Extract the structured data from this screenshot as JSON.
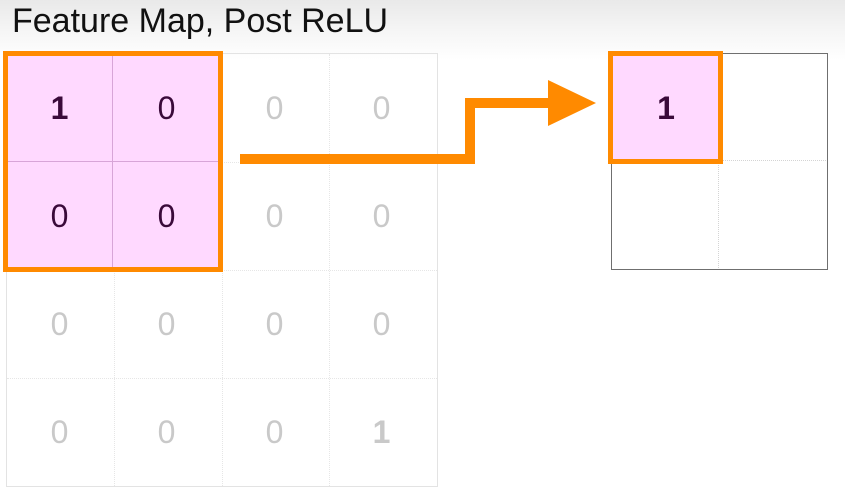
{
  "title": "Feature Map, Post ReLU",
  "feature_map": {
    "rows": [
      [
        "1",
        "0",
        "0",
        "0"
      ],
      [
        "0",
        "0",
        "0",
        "0"
      ],
      [
        "0",
        "0",
        "0",
        "0"
      ],
      [
        "0",
        "0",
        "0",
        "1"
      ]
    ],
    "highlighted_window": "top-left 2x2"
  },
  "pooled_output": {
    "cells": [
      "1",
      "",
      "",
      ""
    ]
  },
  "colors": {
    "highlight_border": "#ff8a00",
    "highlight_fill": "#ffd9ff",
    "active_text": "#3a0a3a",
    "inactive_text": "#c9c9c9"
  }
}
